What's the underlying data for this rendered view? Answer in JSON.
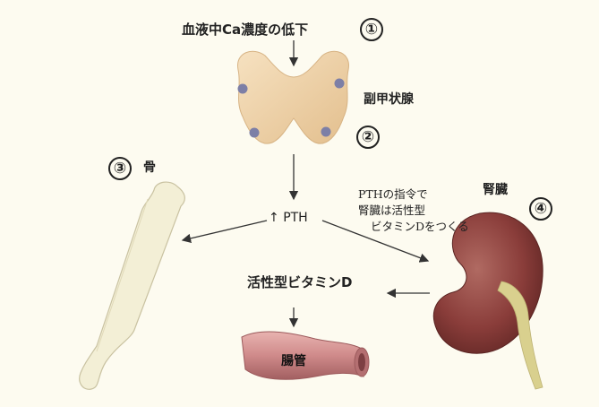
{
  "title": "血液中Ca濃度の低下",
  "steps": {
    "s1": "①",
    "s2": "②",
    "s3": "③",
    "s4": "④"
  },
  "organs": {
    "parathyroid": "副甲状腺",
    "bone": "骨",
    "kidney": "腎臓",
    "intestine": "腸管"
  },
  "hormone": {
    "arrow": "↑",
    "label": "PTH"
  },
  "note": {
    "line1": "PTHの指令で",
    "line2": "腎臓は活性型",
    "line3": "ビタミンDをつくる"
  },
  "vitamin": "活性型ビタミンD",
  "colors": {
    "background": "#fdfbf0",
    "parathyroid": "#efd2a8",
    "gland_dot": "#7d7fa6",
    "bone": "#f3efd6",
    "kidney": "#8a3d3a",
    "ureter": "#d9d08e",
    "intestine": "#cf8a8a",
    "arrow": "#333333"
  }
}
